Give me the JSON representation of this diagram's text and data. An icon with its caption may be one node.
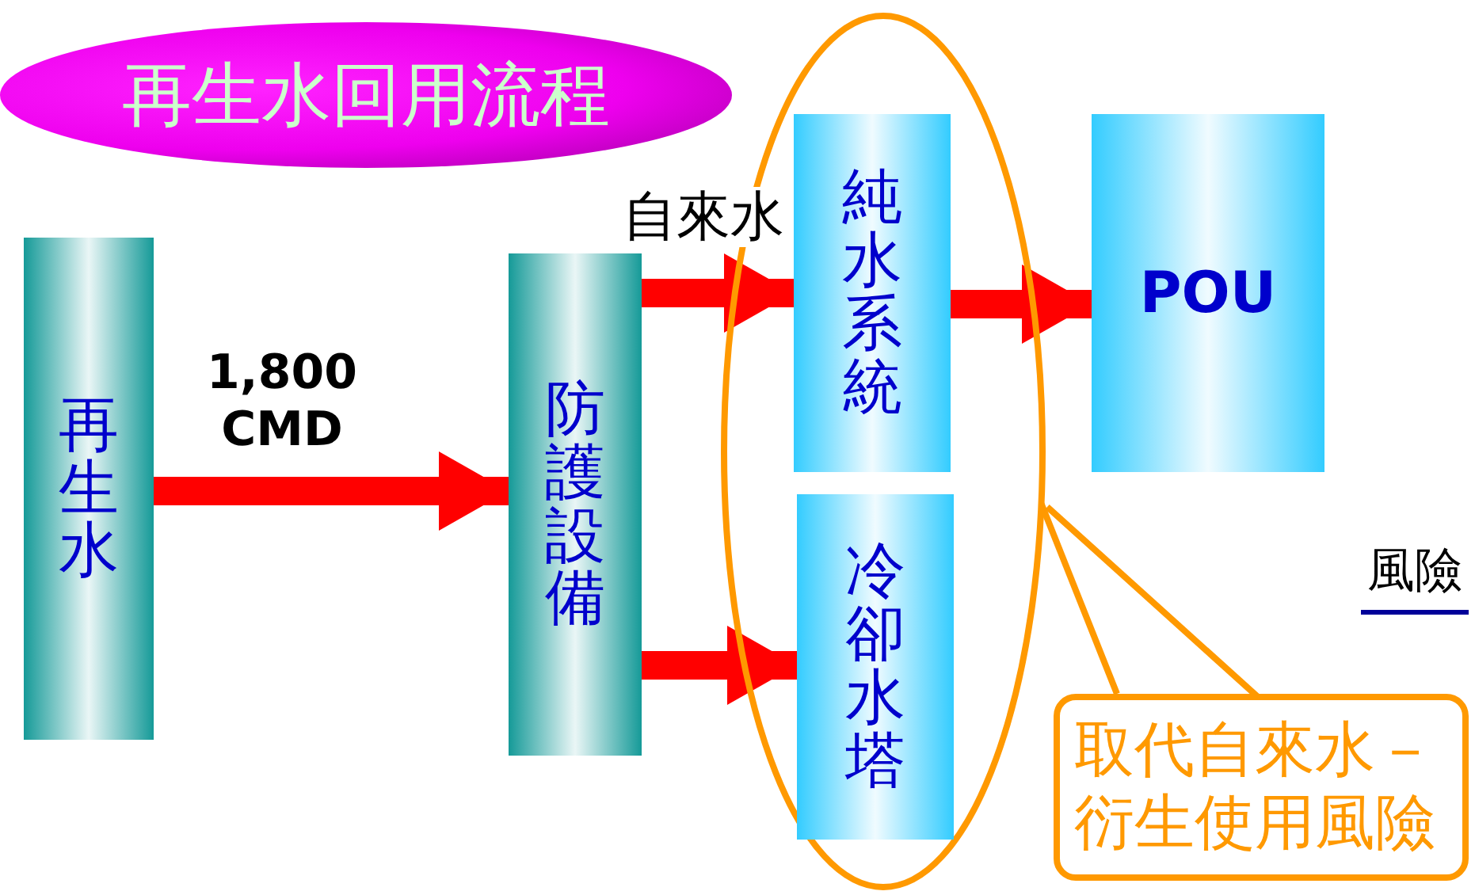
{
  "diagram": {
    "title": "再生水回用流程",
    "nodes": [
      {
        "text": [
          "再生水"
        ]
      },
      {
        "text": [
          "防護設備"
        ]
      },
      {
        "text": [],
        "shape": "ellipse"
      },
      {
        "text": [
          "純水系統"
        ],
        "in": 2
      },
      {
        "text": [
          "冷卻水塔"
        ],
        "in": 2
      },
      {
        "text": [
          "POU"
        ]
      },
      {
        "text": [
          "取代自來水－衍生使用風險"
        ]
      }
    ],
    "edges": [
      {
        "from": 0,
        "to": 1,
        "arrow": "to",
        "label": "1,800 CMD"
      },
      {
        "from": 1,
        "to": 3,
        "arrow": "to",
        "label": "自來水"
      },
      {
        "from": 1,
        "to": 4,
        "arrow": "to"
      },
      {
        "from": 3,
        "to": 5,
        "arrow": "to"
      },
      {
        "from": 6,
        "to": 2,
        "arrow": "none",
        "color": "#ff9900"
      }
    ],
    "labels": [
      "風險"
    ]
  }
}
